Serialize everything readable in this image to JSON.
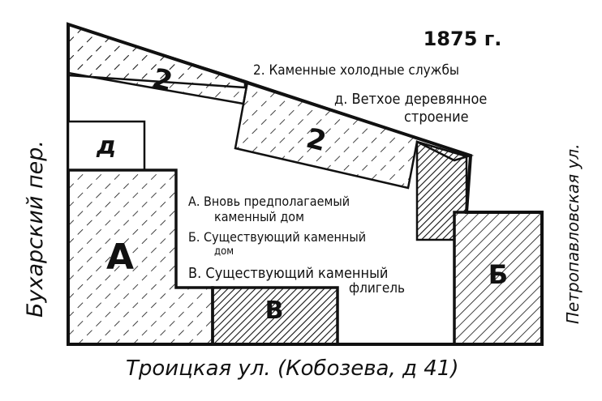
{
  "title": "1875 г.",
  "streets": {
    "left": "Бухарский пер.",
    "right": "Петропавловская ул.",
    "bottom": "Троицкая ул. (Кобозева, д 41)"
  },
  "legend": {
    "item2": "2. Каменные холодные службы",
    "item_d_line1": "д. Ветхое деревянное",
    "item_d_line2": "строение",
    "item_a_line1": "А. Вновь предполагаемый",
    "item_a_line2": "каменный дом",
    "item_b_line1": "Б. Существующий каменный",
    "item_b_line2": "дом",
    "item_v_line1": "В. Существующий каменный",
    "item_v_line2": "флигель"
  },
  "buildings": {
    "a": "А",
    "b": "Б",
    "v": "В",
    "d": "д",
    "s1": "2",
    "s2": "2"
  },
  "colors": {
    "ink": "#111111",
    "paper": "#ffffff"
  }
}
